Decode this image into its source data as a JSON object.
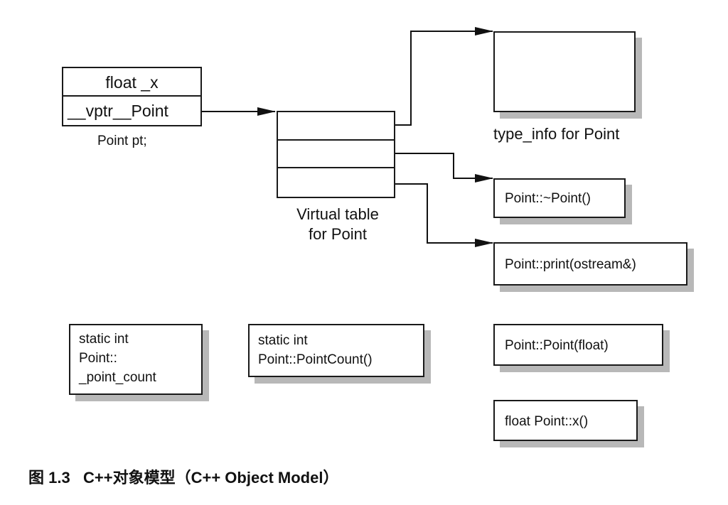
{
  "object": {
    "row1": "float _x",
    "row2": "__vptr__Point",
    "caption": "Point pt;"
  },
  "vtable": {
    "caption_line1": "Virtual table",
    "caption_line2": "for Point"
  },
  "type_info": {
    "caption": "type_info for Point"
  },
  "functions": {
    "destructor": "Point::~Point()",
    "print": "Point::print(ostream&)",
    "constructor": "Point::Point(float)",
    "accessor": "float Point::x()"
  },
  "statics": {
    "member_line1": "static int",
    "member_line2": "Point::",
    "member_line3": "_point_count",
    "method_line1": "static int",
    "method_line2": "Point::PointCount()"
  },
  "figure_caption": "图 1.3   C++对象模型（C++ Object Model）"
}
